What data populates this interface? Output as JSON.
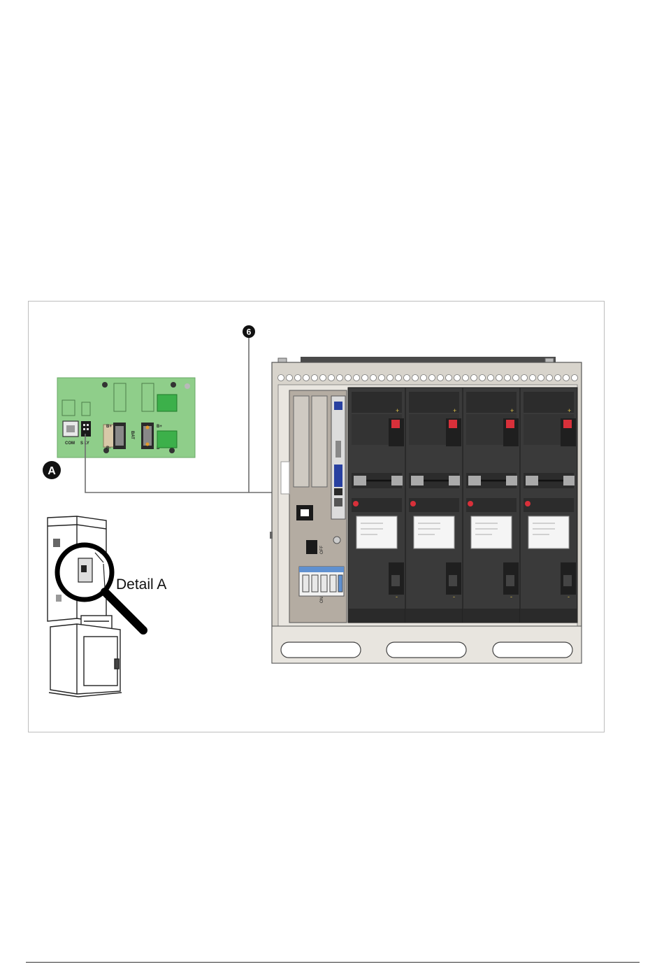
{
  "figure": {
    "callout_number": "6",
    "detail_letter": "A",
    "detail_caption": "Detail A",
    "board_labels": {
      "com": "COM",
      "sply": "S LY",
      "bat": "BAT",
      "b_plus_1": "B+",
      "b_minus_1": "B-",
      "b_plus_2": "B+",
      "b_minus_2": "B-"
    },
    "breaker_labels": {
      "off": "OFF",
      "on": "ON"
    },
    "battery_terminal_plus": "+",
    "battery_terminal_minus": "-",
    "battery_count": 4,
    "colors": {
      "board_green": "#8fce8a",
      "battery_body": "#3a3a3a",
      "cabinet_frame": "#d8d4cc",
      "terminal_red": "#d8303a",
      "connector_green": "#3cb04a",
      "cable_gray": "#6e6e6e"
    }
  }
}
